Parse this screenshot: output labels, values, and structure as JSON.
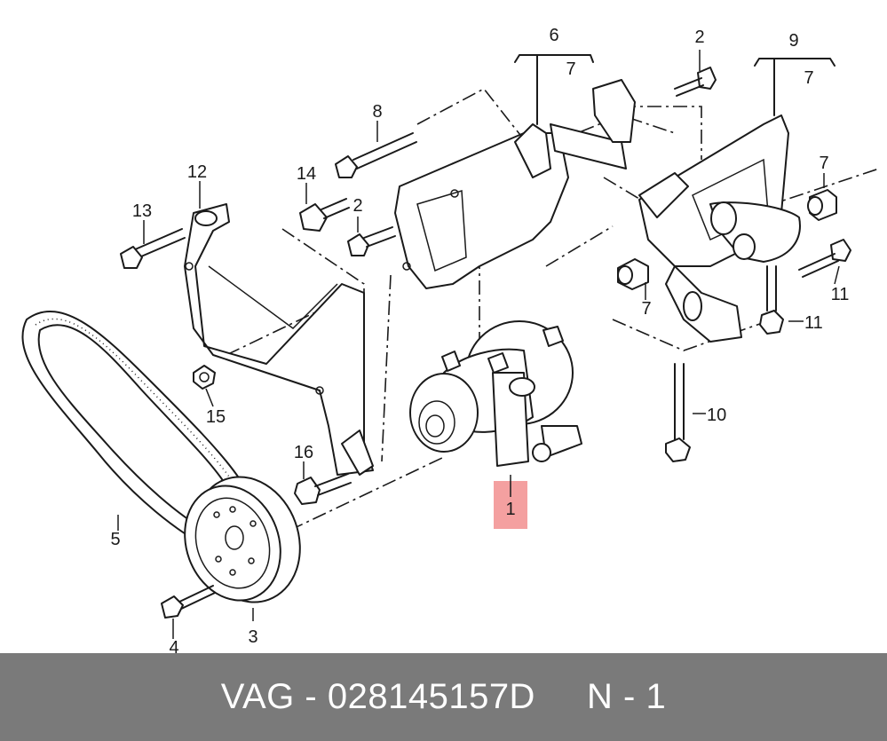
{
  "diagram": {
    "callouts": {
      "c1": "1",
      "c2a": "2",
      "c2b": "2",
      "c3": "3",
      "c4": "4",
      "c5": "5",
      "c6": "6",
      "c7a": "7",
      "c7b": "7",
      "c7c": "7",
      "c7d": "7",
      "c8": "8",
      "c9": "9",
      "c10": "10",
      "c11a": "11",
      "c11b": "11",
      "c12": "12",
      "c13": "13",
      "c14": "14",
      "c15": "15",
      "c16": "16"
    },
    "highlight_color": "#f4a0a0"
  },
  "footer": {
    "brand": "VAG",
    "separator": " - ",
    "part_number": "028145157D",
    "note": "N - 1"
  }
}
